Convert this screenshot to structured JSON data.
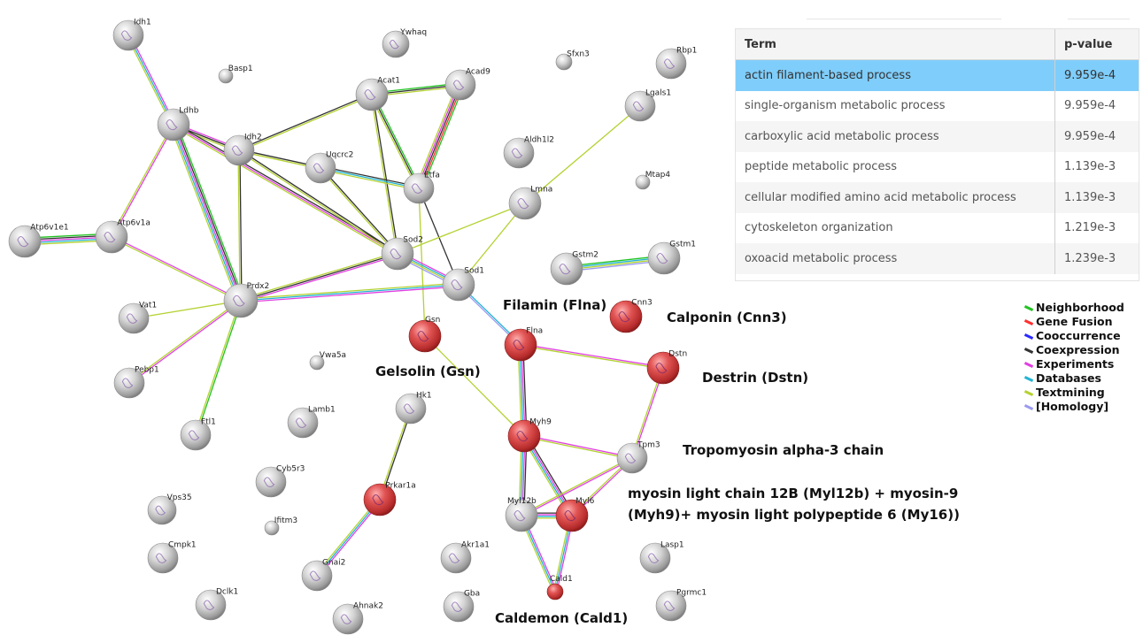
{
  "network": {
    "nodes": [
      {
        "id": "Idh1",
        "label": "Idh1",
        "color": "gray",
        "size": 17
      },
      {
        "id": "Basp1",
        "label": "Basp1",
        "color": "gray",
        "size": 8
      },
      {
        "id": "Ywhaq",
        "label": "Ywhaq",
        "color": "gray",
        "size": 15
      },
      {
        "id": "Sfxn3",
        "label": "Sfxn3",
        "color": "gray",
        "size": 9
      },
      {
        "id": "Rbp1",
        "label": "Rbp1",
        "color": "gray",
        "size": 17
      },
      {
        "id": "Ldhb",
        "label": "Ldhb",
        "color": "gray",
        "size": 18
      },
      {
        "id": "Acat1",
        "label": "Acat1",
        "color": "gray",
        "size": 18
      },
      {
        "id": "Acad9",
        "label": "Acad9",
        "color": "gray",
        "size": 17
      },
      {
        "id": "Lgals1",
        "label": "Lgals1",
        "color": "gray",
        "size": 17
      },
      {
        "id": "Idh2",
        "label": "Idh2",
        "color": "gray",
        "size": 17
      },
      {
        "id": "Uqcrc2",
        "label": "Uqcrc2",
        "color": "gray",
        "size": 17
      },
      {
        "id": "Aldh1l2",
        "label": "Aldh1l2",
        "color": "gray",
        "size": 17
      },
      {
        "id": "Etfa",
        "label": "Etfa",
        "color": "gray",
        "size": 17
      },
      {
        "id": "Mtap4",
        "label": "Mtap4",
        "color": "gray",
        "size": 8
      },
      {
        "id": "Lmna",
        "label": "Lmna",
        "color": "gray",
        "size": 18
      },
      {
        "id": "Atp6v1e1",
        "label": "Atp6v1e1",
        "color": "gray",
        "size": 18
      },
      {
        "id": "Atp6v1a",
        "label": "Atp6v1a",
        "color": "gray",
        "size": 18
      },
      {
        "id": "Sod2",
        "label": "Sod2",
        "color": "gray",
        "size": 18
      },
      {
        "id": "Gstm2",
        "label": "Gstm2",
        "color": "gray",
        "size": 18
      },
      {
        "id": "Gstm1",
        "label": "Gstm1",
        "color": "gray",
        "size": 18
      },
      {
        "id": "Sod1",
        "label": "Sod1",
        "color": "gray",
        "size": 18
      },
      {
        "id": "Prdx2",
        "label": "Prdx2",
        "color": "gray",
        "size": 19
      },
      {
        "id": "Vat1",
        "label": "Vat1",
        "color": "gray",
        "size": 17
      },
      {
        "id": "Gsn",
        "label": "Gsn",
        "color": "red",
        "size": 18
      },
      {
        "id": "Cnn3",
        "label": "Cnn3",
        "color": "red",
        "size": 18
      },
      {
        "id": "Flna",
        "label": "Flna",
        "color": "red",
        "size": 18
      },
      {
        "id": "Dstn",
        "label": "Dstn",
        "color": "red",
        "size": 18
      },
      {
        "id": "Vwa5a",
        "label": "Vwa5a",
        "color": "gray",
        "size": 8
      },
      {
        "id": "Pebp1",
        "label": "Pebp1",
        "color": "gray",
        "size": 17
      },
      {
        "id": "Hk1",
        "label": "Hk1",
        "color": "gray",
        "size": 17
      },
      {
        "id": "Lamb1",
        "label": "Lamb1",
        "color": "gray",
        "size": 17
      },
      {
        "id": "Myh9",
        "label": "Myh9",
        "color": "red",
        "size": 18
      },
      {
        "id": "Ftl1",
        "label": "Ftl1",
        "color": "gray",
        "size": 17
      },
      {
        "id": "Tpm3",
        "label": "Tpm3",
        "color": "gray",
        "size": 17
      },
      {
        "id": "Cyb5r3",
        "label": "Cyb5r3",
        "color": "gray",
        "size": 17
      },
      {
        "id": "Prkar1a",
        "label": "Prkar1a",
        "color": "red",
        "size": 18
      },
      {
        "id": "Myl12b",
        "label": "Myl12b",
        "color": "gray",
        "size": 18
      },
      {
        "id": "Myl6",
        "label": "Myl6",
        "color": "red",
        "size": 18
      },
      {
        "id": "Vps35",
        "label": "Vps35",
        "color": "gray",
        "size": 16
      },
      {
        "id": "Ifitm3",
        "label": "Ifitm3",
        "color": "gray",
        "size": 8
      },
      {
        "id": "Cmpk1",
        "label": "Cmpk1",
        "color": "gray",
        "size": 17
      },
      {
        "id": "Akr1a1",
        "label": "Akr1a1",
        "color": "gray",
        "size": 17
      },
      {
        "id": "Lasp1",
        "label": "Lasp1",
        "color": "gray",
        "size": 17
      },
      {
        "id": "Gnai2",
        "label": "Gnai2",
        "color": "gray",
        "size": 17
      },
      {
        "id": "Cald1",
        "label": "Cald1",
        "color": "red",
        "size": 9
      },
      {
        "id": "Gba",
        "label": "Gba",
        "color": "gray",
        "size": 17
      },
      {
        "id": "Pgrmc1",
        "label": "Pgrmc1",
        "color": "gray",
        "size": 17
      },
      {
        "id": "Dclk1",
        "label": "Dclk1",
        "color": "gray",
        "size": 17
      },
      {
        "id": "Ahnak2",
        "label": "Ahnak2",
        "color": "gray",
        "size": 17
      }
    ],
    "edges": [
      {
        "source": "Idh1",
        "target": "Ldhb",
        "types": [
          "Experiments",
          "Databases",
          "Textmining"
        ]
      },
      {
        "source": "Ldhb",
        "target": "Idh2",
        "types": [
          "Experiments",
          "Coexpression",
          "Textmining"
        ]
      },
      {
        "source": "Ldhb",
        "target": "Atp6v1a",
        "types": [
          "Experiments",
          "Textmining"
        ]
      },
      {
        "source": "Ldhb",
        "target": "Prdx2",
        "types": [
          "Neighborhood",
          "Coexpression",
          "Experiments",
          "Databases",
          "Textmining"
        ]
      },
      {
        "source": "Ldhb",
        "target": "Sod2",
        "types": [
          "Coexpression",
          "Experiments",
          "Textmining"
        ]
      },
      {
        "source": "Idh2",
        "target": "Acat1",
        "types": [
          "Coexpression",
          "Textmining"
        ]
      },
      {
        "source": "Idh2",
        "target": "Uqcrc2",
        "types": [
          "Coexpression",
          "Textmining"
        ]
      },
      {
        "source": "Idh2",
        "target": "Sod2",
        "types": [
          "Coexpression",
          "Textmining"
        ]
      },
      {
        "source": "Idh2",
        "target": "Prdx2",
        "types": [
          "Coexpression",
          "Textmining"
        ]
      },
      {
        "source": "Acat1",
        "target": "Acad9",
        "types": [
          "Neighborhood",
          "Coexpression",
          "Textmining"
        ]
      },
      {
        "source": "Acat1",
        "target": "Etfa",
        "types": [
          "Neighborhood",
          "Coexpression",
          "Textmining"
        ]
      },
      {
        "source": "Acat1",
        "target": "Sod2",
        "types": [
          "Coexpression",
          "Textmining"
        ]
      },
      {
        "source": "Acad9",
        "target": "Etfa",
        "types": [
          "Neighborhood",
          "Gene Fusion",
          "Coexpression",
          "Experiments",
          "Textmining"
        ]
      },
      {
        "source": "Uqcrc2",
        "target": "Etfa",
        "types": [
          "Coexpression",
          "Databases",
          "Textmining"
        ]
      },
      {
        "source": "Uqcrc2",
        "target": "Sod2",
        "types": [
          "Coexpression",
          "Textmining"
        ]
      },
      {
        "source": "Etfa",
        "target": "Sod1",
        "types": [
          "Coexpression"
        ]
      },
      {
        "source": "Etfa",
        "target": "Gsn",
        "types": [
          "Textmining"
        ]
      },
      {
        "source": "Lgals1",
        "target": "Lmna",
        "types": [
          "Textmining"
        ]
      },
      {
        "source": "Lmna",
        "target": "Sod2",
        "types": [
          "Textmining"
        ]
      },
      {
        "source": "Lmna",
        "target": "Sod1",
        "types": [
          "Textmining"
        ]
      },
      {
        "source": "Atp6v1e1",
        "target": "Atp6v1a",
        "types": [
          "Neighborhood",
          "Coexpression",
          "Experiments",
          "Databases",
          "Textmining"
        ]
      },
      {
        "source": "Atp6v1a",
        "target": "Prdx2",
        "types": [
          "Experiments",
          "Textmining"
        ]
      },
      {
        "source": "Sod2",
        "target": "Sod1",
        "types": [
          "Experiments",
          "Databases",
          "Textmining",
          "Homology"
        ]
      },
      {
        "source": "Sod2",
        "target": "Prdx2",
        "types": [
          "Experiments",
          "Coexpression",
          "Textmining"
        ]
      },
      {
        "source": "Sod1",
        "target": "Prdx2",
        "types": [
          "Experiments",
          "Databases",
          "Textmining"
        ]
      },
      {
        "source": "Sod1",
        "target": "Flna",
        "types": [
          "Databases",
          "Homology"
        ]
      },
      {
        "source": "Gstm2",
        "target": "Gstm1",
        "types": [
          "Neighborhood",
          "Databases",
          "Textmining",
          "Homology"
        ]
      },
      {
        "source": "Prdx2",
        "target": "Vat1",
        "types": [
          "Textmining"
        ]
      },
      {
        "source": "Prdx2",
        "target": "Pebp1",
        "types": [
          "Experiments",
          "Textmining"
        ]
      },
      {
        "source": "Prdx2",
        "target": "Ftl1",
        "types": [
          "Neighborhood",
          "Textmining"
        ]
      },
      {
        "source": "Gsn",
        "target": "Myh9",
        "types": [
          "Textmining"
        ]
      },
      {
        "source": "Flna",
        "target": "Dstn",
        "types": [
          "Experiments",
          "Textmining"
        ]
      },
      {
        "source": "Flna",
        "target": "Myh9",
        "types": [
          "Coexpression",
          "Experiments",
          "Databases",
          "Textmining"
        ]
      },
      {
        "source": "Dstn",
        "target": "Tpm3",
        "types": [
          "Experiments",
          "Textmining"
        ]
      },
      {
        "source": "Myh9",
        "target": "Tpm3",
        "types": [
          "Experiments",
          "Textmining"
        ]
      },
      {
        "source": "Myh9",
        "target": "Myl12b",
        "types": [
          "Coexpression",
          "Experiments",
          "Databases",
          "Textmining"
        ]
      },
      {
        "source": "Myh9",
        "target": "Myl6",
        "types": [
          "Coexpression",
          "Experiments",
          "Databases",
          "Textmining"
        ]
      },
      {
        "source": "Tpm3",
        "target": "Myl12b",
        "types": [
          "Experiments",
          "Textmining"
        ]
      },
      {
        "source": "Tpm3",
        "target": "Myl6",
        "types": [
          "Experiments",
          "Textmining"
        ]
      },
      {
        "source": "Myl12b",
        "target": "Myl6",
        "types": [
          "Coexpression",
          "Experiments",
          "Databases",
          "Textmining"
        ]
      },
      {
        "source": "Myl12b",
        "target": "Cald1",
        "types": [
          "Experiments",
          "Databases",
          "Textmining"
        ]
      },
      {
        "source": "Myl6",
        "target": "Cald1",
        "types": [
          "Experiments",
          "Databases",
          "Textmining"
        ]
      },
      {
        "source": "Hk1",
        "target": "Prkar1a",
        "types": [
          "Coexpression",
          "Textmining"
        ]
      },
      {
        "source": "Prkar1a",
        "target": "Gnai2",
        "types": [
          "Experiments",
          "Databases",
          "Textmining"
        ]
      }
    ],
    "annotations": [
      {
        "node": "Flna",
        "text": "Filamin (Flna)"
      },
      {
        "node": "Cnn3",
        "text": "Calponin (Cnn3)"
      },
      {
        "node": "Gsn",
        "text": "Gelsolin (Gsn)"
      },
      {
        "node": "Dstn",
        "text": "Destrin (Dstn)"
      },
      {
        "node": "Tpm3",
        "text": "Tropomyosin alpha-3 chain"
      },
      {
        "node": "Myl6",
        "text": "myosin light chain 12B (Myl12b) + myosin-9 (Myh9)+ myosin light polypeptide 6 (My16))"
      },
      {
        "node": "Cald1",
        "text": "Caldemon (Cald1)"
      }
    ]
  },
  "enrichment": {
    "columns": [
      "Term",
      "p-value"
    ],
    "rows": [
      {
        "term": "actin filament-based process",
        "pvalue": "9.959e-4",
        "selected": true
      },
      {
        "term": "single-organism metabolic process",
        "pvalue": "9.959e-4",
        "selected": false
      },
      {
        "term": "carboxylic acid metabolic process",
        "pvalue": "9.959e-4",
        "selected": false
      },
      {
        "term": "peptide metabolic process",
        "pvalue": "1.139e-3",
        "selected": false
      },
      {
        "term": "cellular modified amino acid metabolic process",
        "pvalue": "1.139e-3",
        "selected": false
      },
      {
        "term": "cytoskeleton organization",
        "pvalue": "1.219e-3",
        "selected": false
      },
      {
        "term": "oxoacid metabolic process",
        "pvalue": "1.239e-3",
        "selected": false
      }
    ]
  },
  "legend": {
    "items": [
      {
        "label": "Neighborhood",
        "color": "#22c322"
      },
      {
        "label": "Gene Fusion",
        "color": "#ff3030"
      },
      {
        "label": "Cooccurrence",
        "color": "#2a2aff"
      },
      {
        "label": "Coexpression",
        "color": "#333333"
      },
      {
        "label": "Experiments",
        "color": "#e040e0"
      },
      {
        "label": "Databases",
        "color": "#22b4d2"
      },
      {
        "label": "Textmining",
        "color": "#b4d232"
      },
      {
        "label": "[Homology]",
        "color": "#9a9af0"
      }
    ]
  }
}
